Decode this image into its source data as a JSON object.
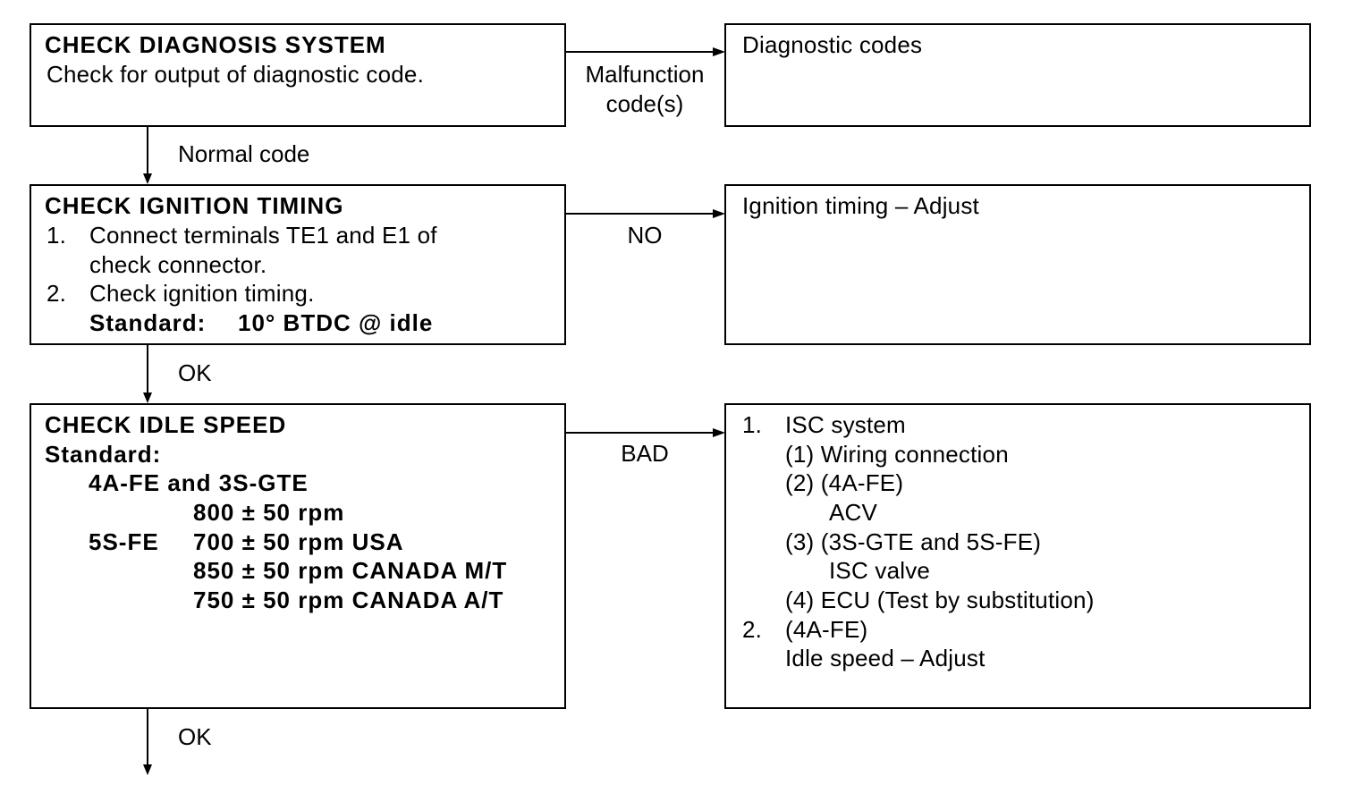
{
  "step1": {
    "title": "CHECK DIAGNOSIS SYSTEM",
    "text": "Check for output of diagnostic code."
  },
  "branch1": {
    "label_line1": "Malfunction",
    "label_line2": "code(s)",
    "result": "Diagnostic codes"
  },
  "flow1": {
    "label": "Normal code"
  },
  "step2": {
    "title": "CHECK IGNITION TIMING",
    "items": [
      {
        "num": "1.",
        "line1": "Connect terminals TE1 and E1 of",
        "line2": "check connector."
      },
      {
        "num": "2.",
        "line1": "Check ignition timing."
      }
    ],
    "standard_label": "Standard:",
    "standard_value": "10° BTDC @ idle"
  },
  "branch2": {
    "label": "NO",
    "result": "Ignition timing – Adjust"
  },
  "flow2": {
    "label": "OK"
  },
  "step3": {
    "title": "CHECK IDLE SPEED",
    "standard_label": "Standard:",
    "engine1": "4A-FE and 3S-GTE",
    "engine1_spec": "800 ± 50 rpm",
    "engine2": "5S-FE",
    "engine2_specs": [
      "700 ± 50 rpm USA",
      "850 ± 50 rpm CANADA M/T",
      "750 ± 50 rpm CANADA A/T"
    ]
  },
  "branch3": {
    "label": "BAD",
    "num1": "1.",
    "item1": "ISC system",
    "sub": [
      "(1) Wiring connection",
      "(2) (4A-FE)",
      "ACV",
      "(3) (3S-GTE and 5S-FE)",
      "ISC valve",
      "(4) ECU (Test by substitution)"
    ],
    "num2": "2.",
    "item2_line1": "(4A-FE)",
    "item2_line2": "Idle speed – Adjust"
  },
  "flow3": {
    "label": "OK"
  }
}
